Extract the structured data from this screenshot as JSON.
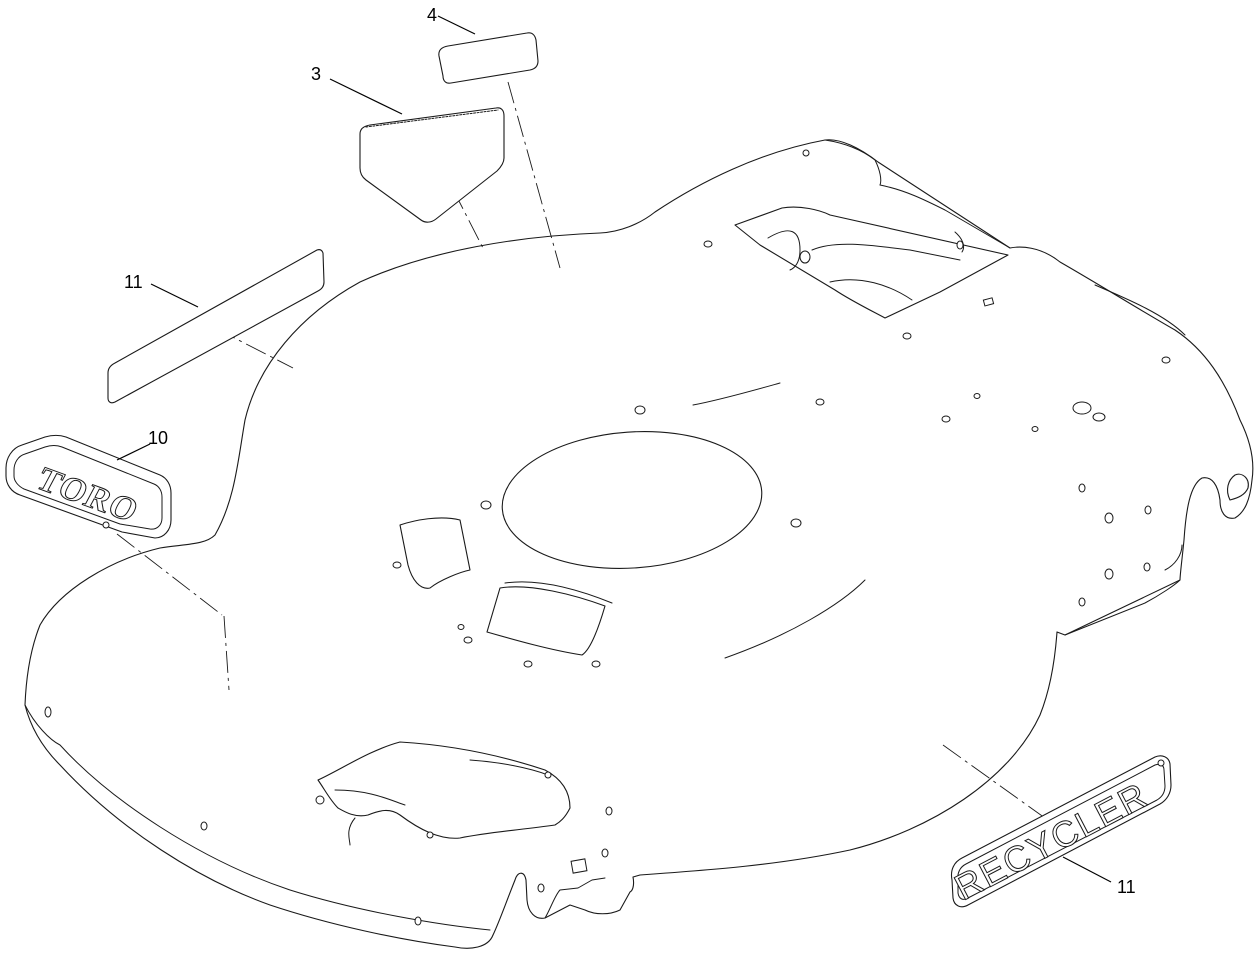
{
  "callouts": [
    {
      "id": "label-4",
      "text": "4"
    },
    {
      "id": "label-3",
      "text": "3"
    },
    {
      "id": "label-11-top",
      "text": "11"
    },
    {
      "id": "label-10",
      "text": "10"
    },
    {
      "id": "label-11-bottom",
      "text": "11"
    }
  ],
  "decals": {
    "toro_logo_text": "TORO",
    "recycler_logo_text": "RECYCLER"
  }
}
